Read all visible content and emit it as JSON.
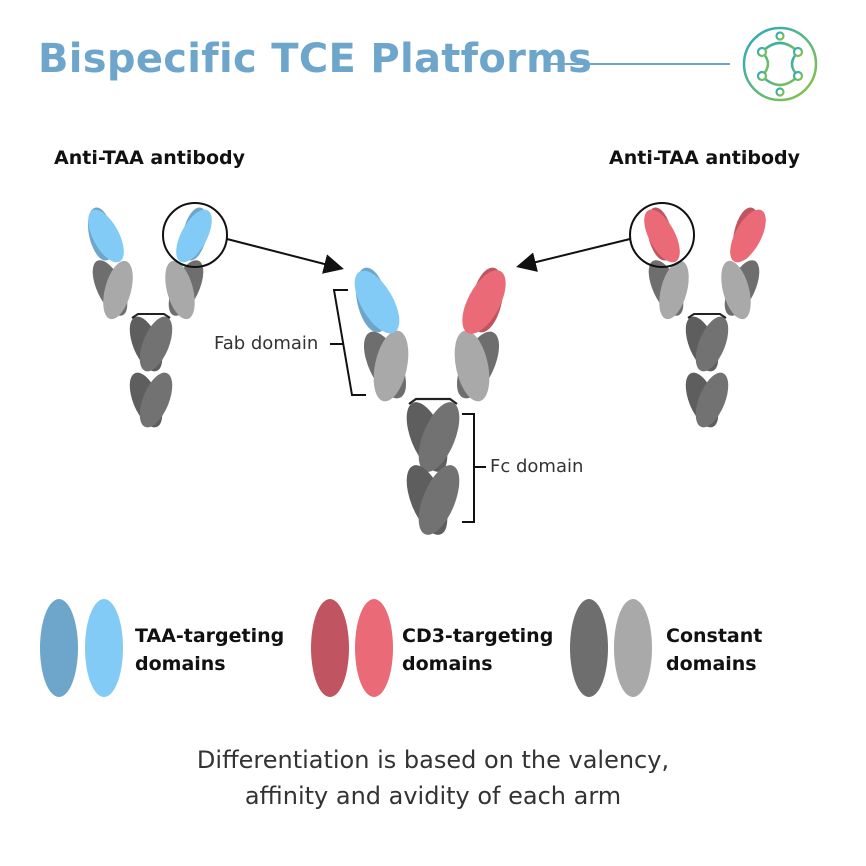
{
  "title": "Bispecific TCE Platforms",
  "colors": {
    "taa_dark": "#6ea6cb",
    "taa_light": "#82cbf6",
    "cd3_dark": "#c05460",
    "cd3_light": "#eb6a78",
    "const_dark": "#6e6e6e",
    "const_light": "#a9a9a9"
  },
  "icons": [
    "network-circle-logo-icon",
    "arrow-icon",
    "bracket-icon"
  ],
  "antibodies": {
    "left_label": "Anti-TAA antibody",
    "right_label": "Anti-TAA antibody"
  },
  "domains": {
    "fab": "Fab domain",
    "fc": "Fc domain"
  },
  "legend": [
    {
      "line1": "TAA-targeting",
      "line2": "domains"
    },
    {
      "line1": "CD3-targeting",
      "line2": "domains"
    },
    {
      "line1": "Constant",
      "line2": "domains"
    }
  ],
  "caption": {
    "line1": "Differentiation is based on the valency,",
    "line2": "affinity and avidity of each arm"
  }
}
